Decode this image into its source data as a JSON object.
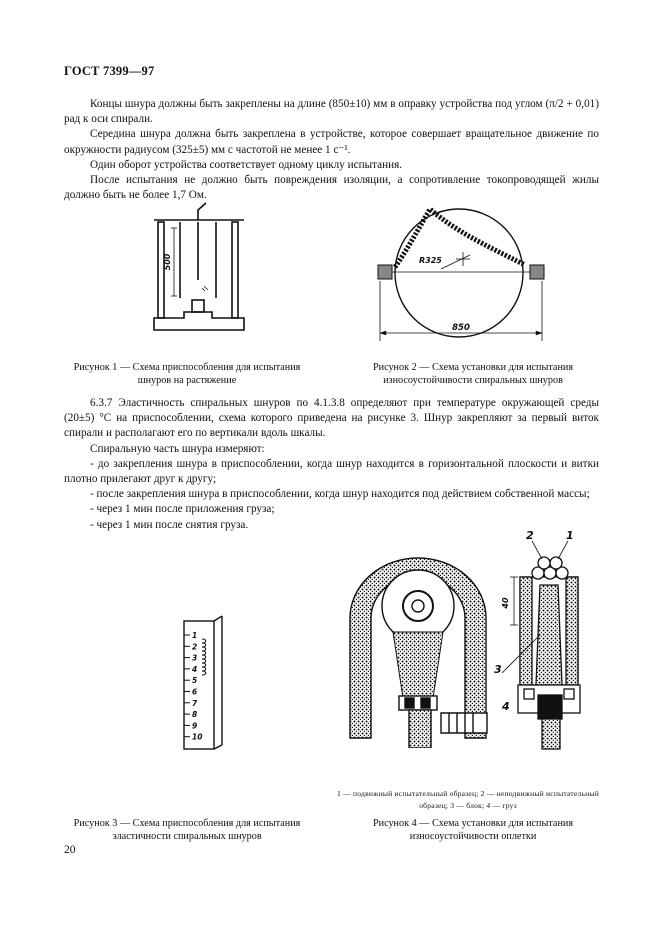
{
  "header": {
    "code": "ГОСТ 7399—97"
  },
  "text_block_1": {
    "p1": "Концы шнура должны быть закреплены на длине (850±10) мм в оправку устройства под углом (π/2 + 0,01) рад к оси спирали.",
    "p2": "Середина шнура должна быть закреплена в устройстве, которое совершает вращательное движение по окружности радиусом (325±5) мм с частотой не менее 1 с⁻¹.",
    "p3": "Один оборот устройства соответствует одному циклу испытания.",
    "p4": "После испытания не должно быть повреждения изоляции, а сопротивление токопроводящей жилы должно быть не более 1,7 Ом."
  },
  "figure1": {
    "dimension_label": "500",
    "caption": "Рисунок 1 — Схема приспособления для испытания шнуров на растяжение"
  },
  "figure2": {
    "radius_label": "R325",
    "width_label": "850",
    "caption": "Рисунок 2 — Схема установки для испытания износоустойчивости спиральных шнуров"
  },
  "text_block_2": {
    "p1": "6.3.7 Эластичность спиральных шнуров по 4.1.3.8 определяют при температуре окружающей среды (20±5) °С на приспособлении, схема которого приведена на рисунке 3. Шнур закрепляют за первый виток спирали и располагают его по вертикали вдоль шкалы.",
    "p2": "Спиральную часть шнура измеряют:",
    "p3": "- до закрепления шнура в приспособлении, когда шнур находится в горизонтальной плоскости и витки плотно прилегают друг к другу;",
    "p4": "- после закрепления шнура в приспособлении, когда шнур находится под действием собственной массы;",
    "p5": "- через 1 мин после приложения груза;",
    "p6": "- через 1 мин после снятия груза."
  },
  "figure3": {
    "scale_ticks": [
      "1",
      "2",
      "3",
      "4",
      "5",
      "6",
      "7",
      "8",
      "9",
      "10"
    ],
    "caption": "Рисунок 3 — Схема приспособления для испытания эластичности спиральных шнуров"
  },
  "figure4": {
    "label_1": "1",
    "label_2": "2",
    "label_3": "3",
    "label_4": "4",
    "dimension_label": "40",
    "legend": "1 — подвижный испытательный образец; 2 — неподвижный испытательный образец; 3 — блок; 4 — груз",
    "caption": "Рисунок 4 — Схема установки для испытания износоустойчивости оплетки"
  },
  "footer": {
    "page_number": "20"
  }
}
